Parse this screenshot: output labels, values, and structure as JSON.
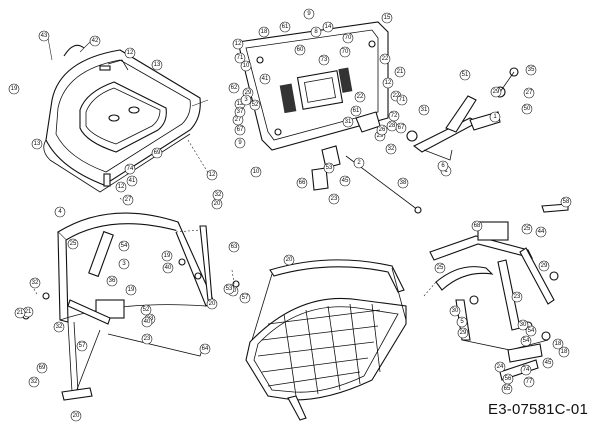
{
  "reference_code": "E3-07581C-01",
  "callouts": [
    "43",
    "42",
    "12",
    "13",
    "19",
    "13",
    "69",
    "74",
    "41",
    "12",
    "27",
    "12",
    "9",
    "8",
    "14",
    "70",
    "15",
    "18",
    "61",
    "70",
    "60",
    "73",
    "12",
    "71",
    "10",
    "41",
    "22",
    "21",
    "12",
    "22",
    "71",
    "72",
    "12",
    "67",
    "52",
    "27",
    "29",
    "3",
    "62",
    "37",
    "9",
    "10",
    "31",
    "32",
    "1",
    "23",
    "61",
    "22",
    "28",
    "66",
    "45",
    "53",
    "2",
    "38",
    "29",
    "26",
    "4",
    "20",
    "25",
    "54",
    "3",
    "36",
    "19",
    "32",
    "20",
    "21",
    "32",
    "32",
    "57",
    "40",
    "23",
    "64",
    "69",
    "32",
    "20",
    "19",
    "52",
    "40",
    "23",
    "20",
    "53",
    "57",
    "63",
    "58",
    "68",
    "44",
    "25",
    "25",
    "51",
    "35",
    "29",
    "27",
    "23",
    "5",
    "29",
    "54",
    "18",
    "18",
    "54",
    "24",
    "56",
    "65",
    "74",
    "77",
    "45",
    "29",
    "30",
    "30",
    "31",
    "1",
    "50",
    "67",
    "6",
    "20",
    "21"
  ]
}
